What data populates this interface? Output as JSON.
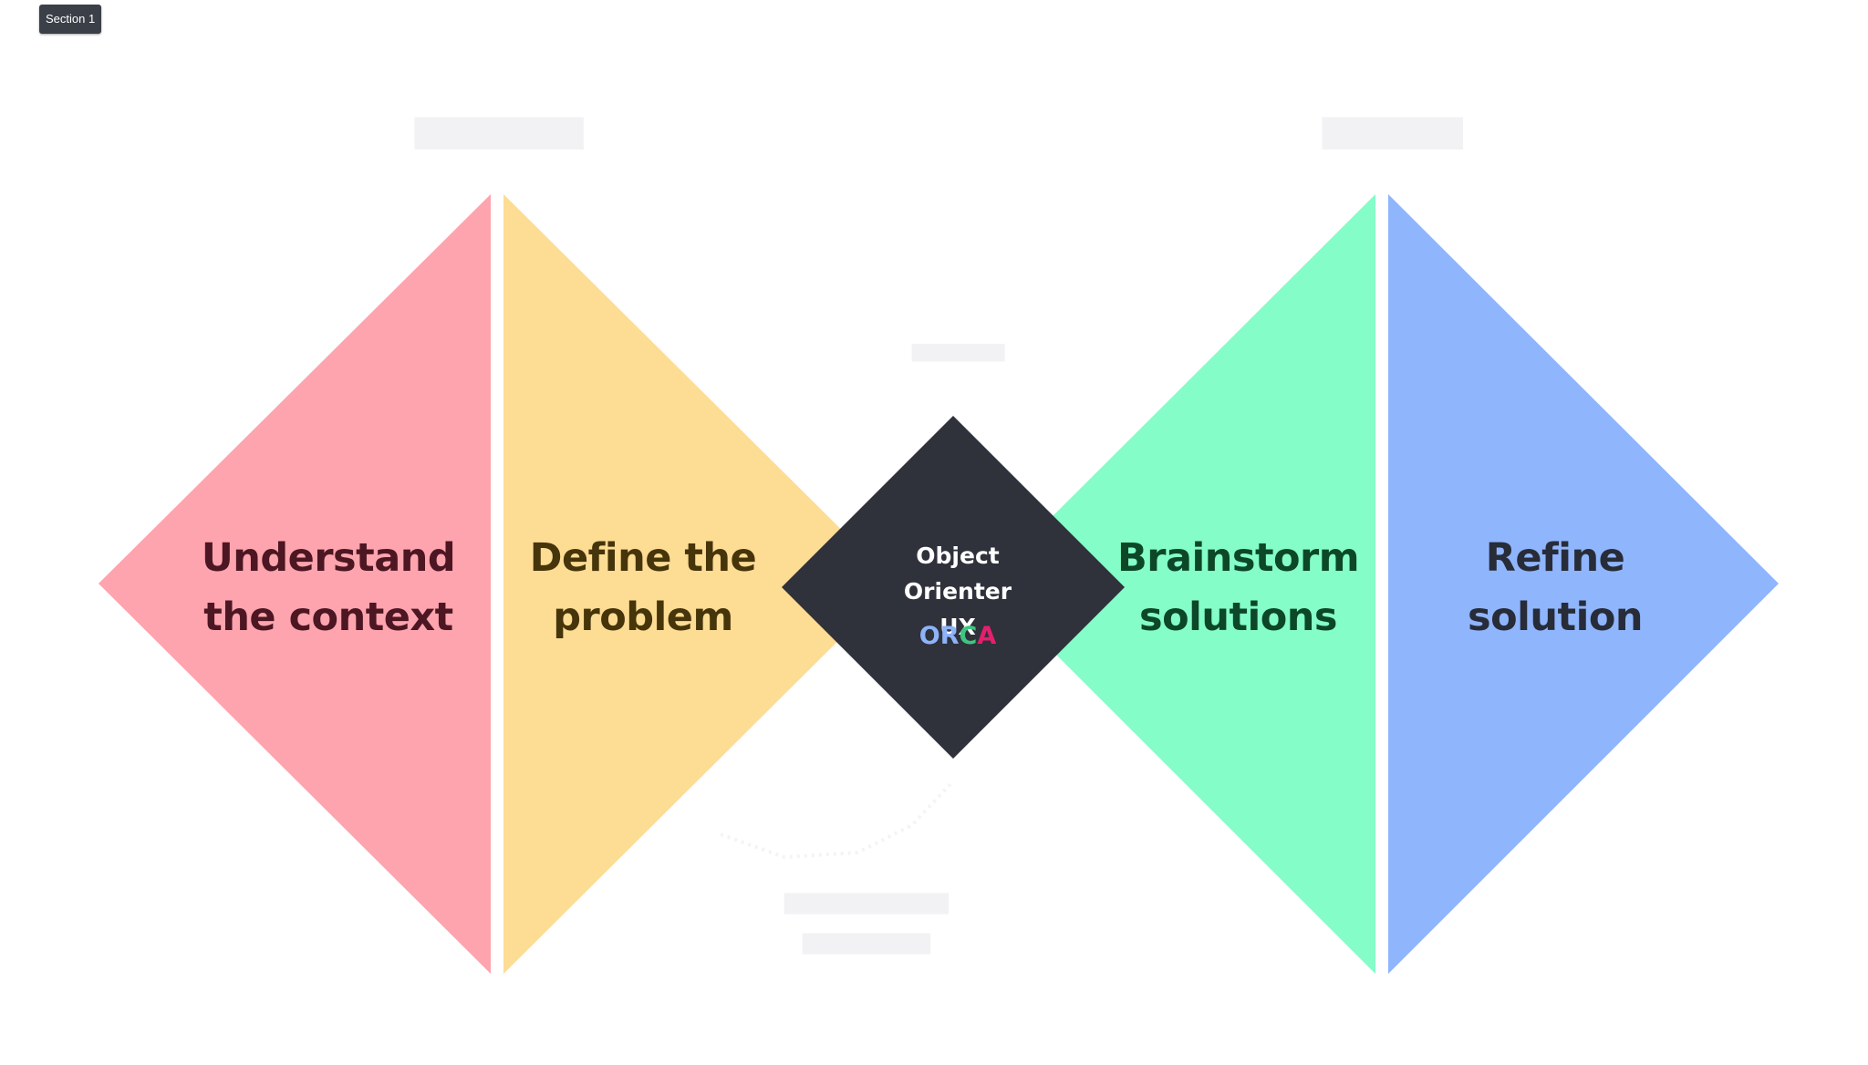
{
  "section_badge": "Section 1",
  "phases": {
    "understand": {
      "line1": "Understand",
      "line2": "the context",
      "color": "#fda4ae"
    },
    "define": {
      "line1": "Define the",
      "line2": "problem",
      "color": "#fddc94"
    },
    "brainstorm": {
      "line1": "Brainstorm",
      "line2": "solutions",
      "color": "#84fdc8"
    },
    "refine": {
      "line1": "Refine",
      "line2": "solution",
      "color": "#8fb5fd"
    }
  },
  "center": {
    "title_line1": "Object Orienter",
    "title_line2": "UX",
    "color": "#2f313b",
    "orca": [
      {
        "letter": "O",
        "color": "#8db3f8"
      },
      {
        "letter": "R",
        "color": "#8db3f8"
      },
      {
        "letter": "C",
        "color": "#3fc57f"
      },
      {
        "letter": "A",
        "color": "#e41f6d"
      }
    ]
  }
}
